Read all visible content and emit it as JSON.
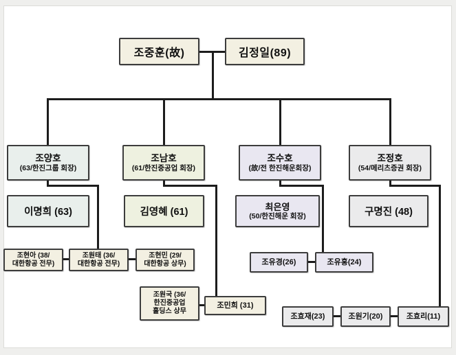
{
  "colors": {
    "gen1_cream": "#f3f0e2",
    "family1_blue": "#e9efec",
    "family2_green": "#eef1e0",
    "family3_lavender": "#e9e7f1",
    "family4_grey": "#ebebec",
    "line": "#1c1c1c",
    "node_border": "#3c3c3c",
    "canvas_bg": "#ffffff",
    "page_margin_bg": "#efefed"
  },
  "family_tree": {
    "generation_1": {
      "father": {
        "name": "조중훈(故)"
      },
      "mother": {
        "name": "김정일(89)"
      }
    },
    "generation_2": {
      "couple_1": {
        "husband_name": "조양호",
        "husband_title": "(63/한진그룹 회장)",
        "wife_name": "이명희 (63)"
      },
      "couple_2": {
        "husband_name": "조남호",
        "husband_title": "(61/한진중공업 회장)",
        "wife_name": "김영혜 (61)"
      },
      "couple_3": {
        "husband_name": "조수호",
        "husband_title": "(故/전 한진해운회장)",
        "wife_name": "최은영",
        "wife_title": "(50/한진해운 회장)"
      },
      "couple_4": {
        "husband_name": "조정호",
        "husband_title": "(54/메리츠증권 회장)",
        "wife_name": "구명진 (48)"
      }
    },
    "generation_3": {
      "children_of_couple_1": [
        {
          "line1": "조현아 (38/",
          "line2": "대한항공 전무)"
        },
        {
          "line1": "조원태 (36/",
          "line2": "대한항공 전무)"
        },
        {
          "line1": "조현민 (29/",
          "line2": "대한항공 상무)"
        }
      ],
      "children_of_couple_2": [
        {
          "line1": "조원국 (36/",
          "line2": "한진중공업",
          "line3": "홀딩스 상무"
        },
        {
          "line1": "조민희 (31)"
        }
      ],
      "children_of_couple_3": [
        {
          "line1": "조유경(26)"
        },
        {
          "line1": "조유홍(24)"
        }
      ],
      "children_of_couple_4": [
        {
          "line1": "조효재(23)"
        },
        {
          "line1": "조원기(20)"
        },
        {
          "line1": "조효리(11)"
        }
      ]
    }
  }
}
